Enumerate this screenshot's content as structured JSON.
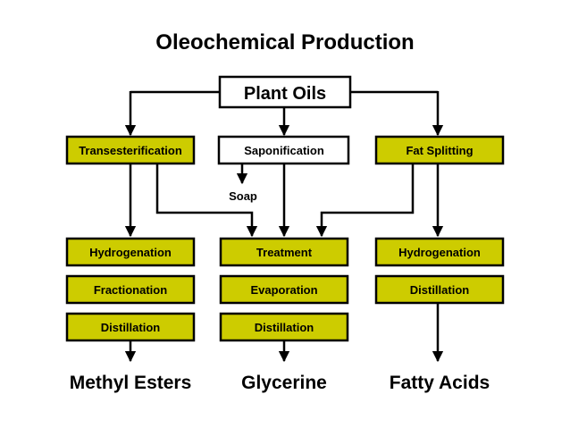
{
  "diagram": {
    "title": "Oleochemical Production",
    "root": "Plant Oils",
    "processes": {
      "transesterification": "Transesterification",
      "saponification": "Saponification",
      "fat_splitting": "Fat Splitting"
    },
    "soap": "Soap",
    "left_steps": [
      "Hydrogenation",
      "Fractionation",
      "Distillation"
    ],
    "middle_steps": [
      "Treatment",
      "Evaporation",
      "Distillation"
    ],
    "right_steps": [
      "Hydrogenation",
      "Distillation"
    ],
    "products": {
      "left": "Methyl Esters",
      "middle": "Glycerine",
      "right": "Fatty Acids"
    }
  },
  "colors": {
    "process_fill": "#cdcc00",
    "plain_fill": "#ffffff",
    "stroke": "#000000"
  }
}
